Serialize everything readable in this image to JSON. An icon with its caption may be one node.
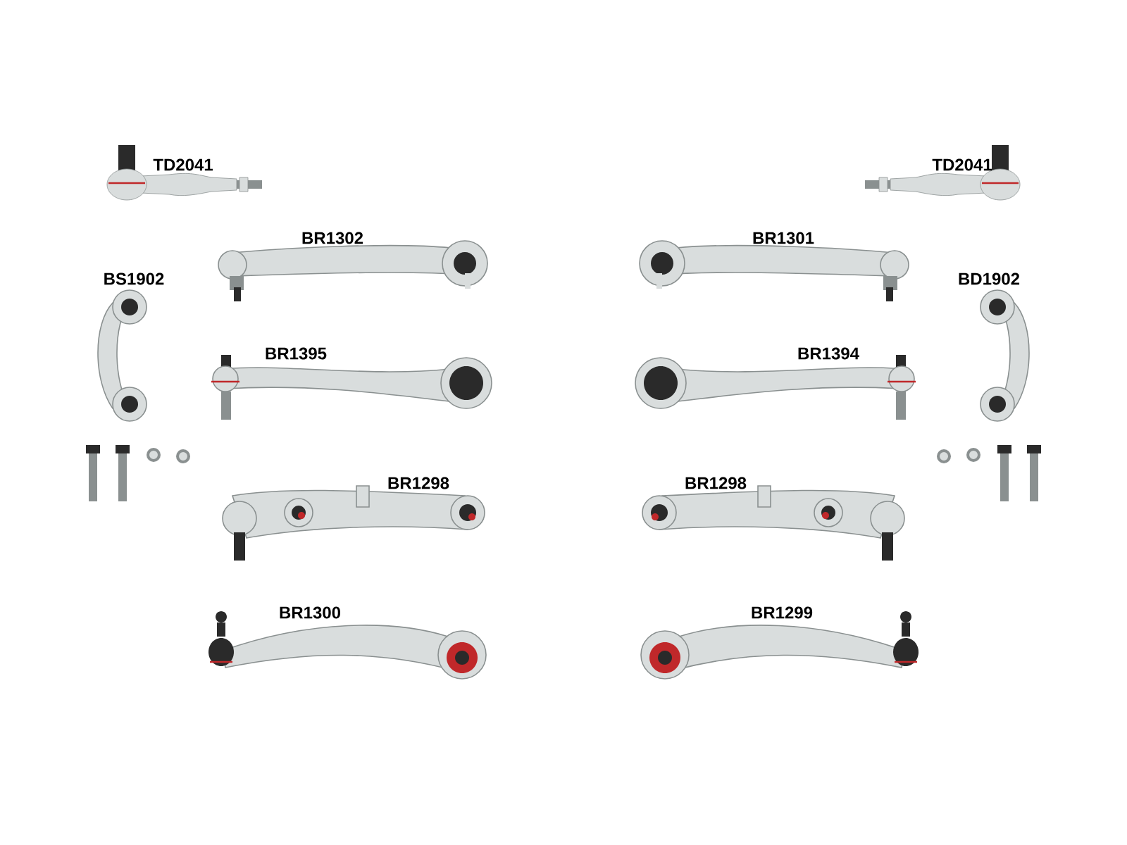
{
  "diagram": {
    "labels": [
      "TD2041",
      "TD2041",
      "BR1302",
      "BR1301",
      "BS1902",
      "BD1902",
      "BR1395",
      "BR1394",
      "BR1298",
      "BR1298",
      "BR1300",
      "BR1299"
    ]
  }
}
